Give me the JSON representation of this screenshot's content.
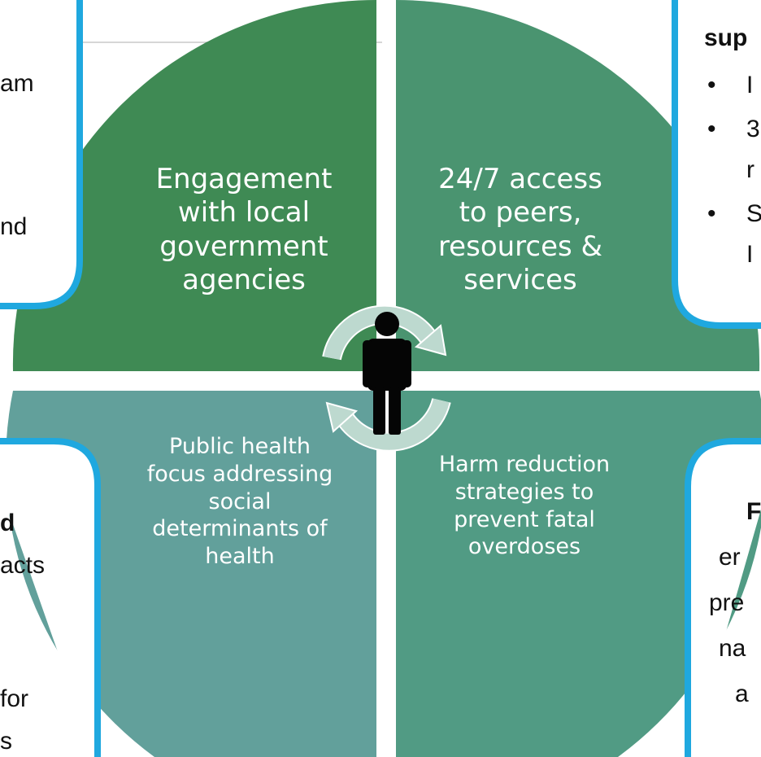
{
  "quadrants": {
    "top_left": {
      "lines": [
        "Engagement",
        "with local",
        "government",
        "agencies"
      ],
      "color": "#3f8a54"
    },
    "top_right": {
      "lines": [
        "24/7 access",
        "to peers,",
        "resources &",
        "services"
      ],
      "color": "#4a9470"
    },
    "bottom_left": {
      "lines": [
        "Public health",
        "focus addressing",
        "social",
        "determinants of",
        "health"
      ],
      "color": "#62a09b"
    },
    "bottom_right": {
      "lines": [
        "Harm reduction",
        "strategies to",
        "prevent fatal",
        "overdoses"
      ],
      "color": "#519b84"
    }
  },
  "center": {
    "icon": "person-icon",
    "cycle_icon": "cycle-arrows-icon"
  },
  "side_boxes": {
    "top_left": {
      "lines": [
        "am",
        "nd"
      ]
    },
    "top_right": {
      "heading": "sup",
      "bullets": [
        "I",
        "3",
        "r",
        "S",
        "I"
      ]
    },
    "bottom_left": {
      "lines": [
        "d",
        "acts",
        "for",
        "s"
      ]
    },
    "bottom_right": {
      "lines": [
        "F",
        "er",
        "pre",
        "na",
        "a"
      ]
    }
  },
  "colors": {
    "box_border": "#1fa8df",
    "arrow": "#bdd9cf",
    "line": "#b0b0b0"
  }
}
